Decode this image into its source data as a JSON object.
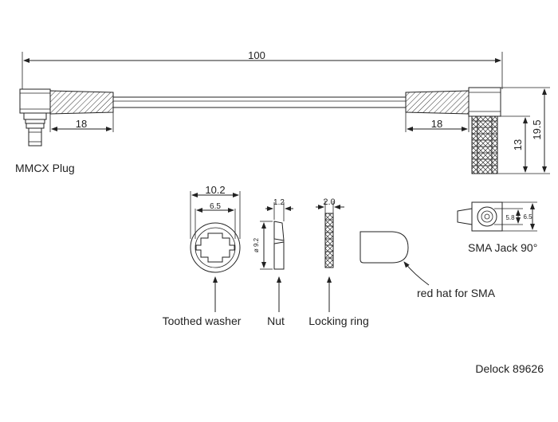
{
  "dimensions": {
    "overall_length": "100",
    "left_sleeve": "18",
    "right_sleeve": "18",
    "sma_height": "19.5",
    "sma_body": "13",
    "washer_outer": "10.2",
    "washer_inner": "6.5",
    "nut_width": "1.2",
    "nut_diameter": "ø 9.2",
    "ring_width": "2.0",
    "jack_inner": "5.8",
    "jack_outer": "6.5"
  },
  "labels": {
    "mmcx_plug": "MMCX Plug",
    "sma_jack": "SMA Jack 90°",
    "toothed_washer": "Toothed washer",
    "nut": "Nut",
    "locking_ring": "Locking ring",
    "red_hat": "red hat for SMA",
    "article": "Delock 89626"
  }
}
